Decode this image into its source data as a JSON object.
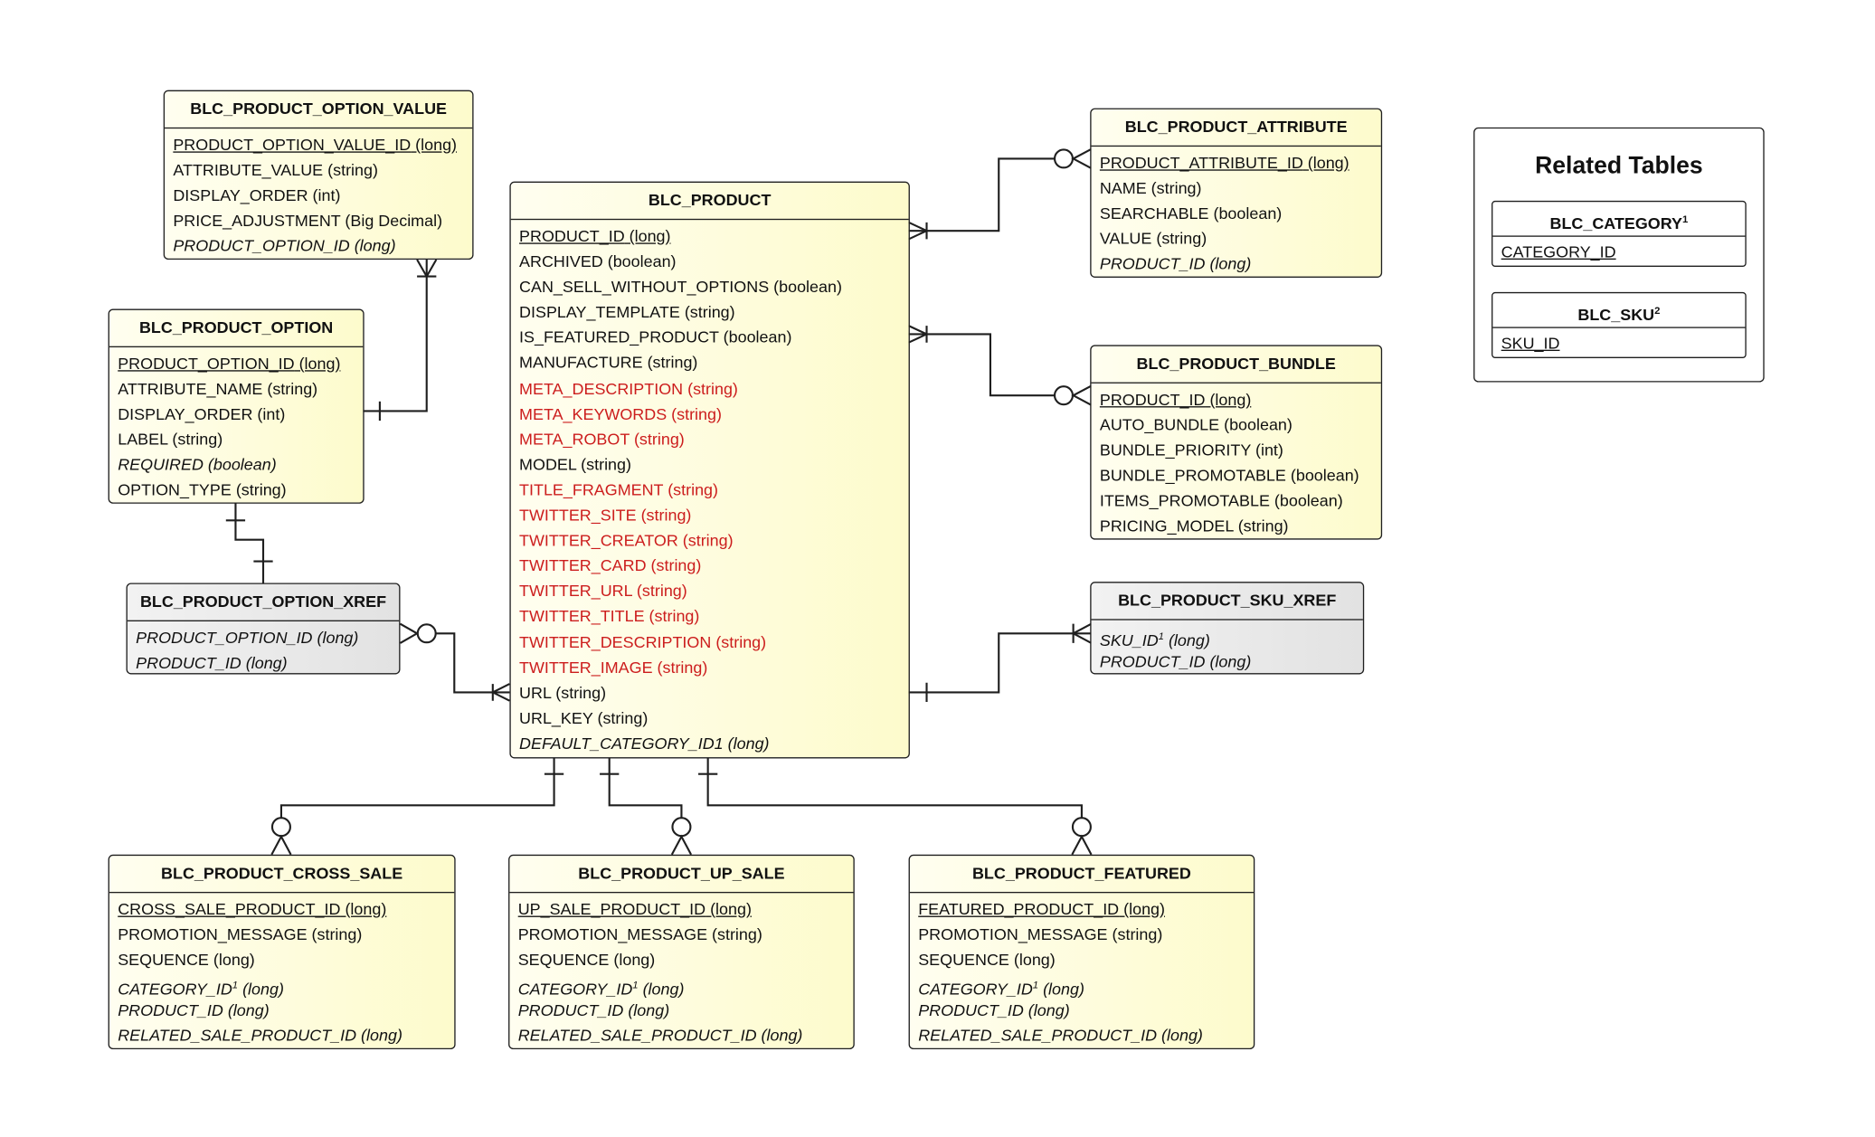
{
  "entities": {
    "option_value": {
      "title": "BLC_PRODUCT_OPTION_VALUE",
      "fields": [
        {
          "name": "PRODUCT_OPTION_VALUE_ID",
          "type": " (long)",
          "style": "pk"
        },
        {
          "name": "ATTRIBUTE_VALUE",
          "type": " (string)",
          "style": "normal"
        },
        {
          "name": "DISPLAY_ORDER",
          "type": " (int)",
          "style": "normal"
        },
        {
          "name": "PRICE_ADJUSTMENT",
          "type": " (Big Decimal)",
          "style": "normal"
        },
        {
          "name": "PRODUCT_OPTION_ID",
          "type": " (long)",
          "style": "fk"
        }
      ]
    },
    "option": {
      "title": "BLC_PRODUCT_OPTION",
      "fields": [
        {
          "name": "PRODUCT_OPTION_ID",
          "type": " (long)",
          "style": "pk"
        },
        {
          "name": "ATTRIBUTE_NAME",
          "type": " (string)",
          "style": "normal"
        },
        {
          "name": "DISPLAY_ORDER",
          "type": " (int)",
          "style": "normal"
        },
        {
          "name": "LABEL",
          "type": " (string)",
          "style": "normal"
        },
        {
          "name": "REQUIRED",
          "type": " (boolean)",
          "style": "fk"
        },
        {
          "name": "OPTION_TYPE",
          "type": " (string)",
          "style": "normal"
        }
      ]
    },
    "option_xref": {
      "title": "BLC_PRODUCT_OPTION_XREF",
      "fields": [
        {
          "name": "PRODUCT_OPTION_ID",
          "type": " (long)",
          "style": "fk"
        },
        {
          "name": "PRODUCT_ID",
          "type": " (long)",
          "style": "fk"
        }
      ]
    },
    "product": {
      "title": "BLC_PRODUCT",
      "fields": [
        {
          "name": "PRODUCT_ID",
          "type": " (long)",
          "style": "pk"
        },
        {
          "name": "ARCHIVED",
          "type": " (boolean)",
          "style": "normal"
        },
        {
          "name": "CAN_SELL_WITHOUT_OPTIONS",
          "type": " (boolean)",
          "style": "normal"
        },
        {
          "name": "DISPLAY_TEMPLATE",
          "type": " (string)",
          "style": "normal"
        },
        {
          "name": "IS_FEATURED_PRODUCT",
          "type": " (boolean)",
          "style": "normal"
        },
        {
          "name": "MANUFACTURE",
          "type": " (string)",
          "style": "normal"
        },
        {
          "name": "META_DESCRIPTION",
          "type": " (string)",
          "style": "red"
        },
        {
          "name": "META_KEYWORDS",
          "type": " (string)",
          "style": "red"
        },
        {
          "name": "META_ROBOT",
          "type": " (string)",
          "style": "red"
        },
        {
          "name": "MODEL",
          "type": " (string)",
          "style": "normal"
        },
        {
          "name": "TITLE_FRAGMENT",
          "type": " (string)",
          "style": "red"
        },
        {
          "name": "TWITTER_SITE",
          "type": " (string)",
          "style": "red"
        },
        {
          "name": "TWITTER_CREATOR",
          "type": " (string)",
          "style": "red"
        },
        {
          "name": "TWITTER_CARD",
          "type": " (string)",
          "style": "red"
        },
        {
          "name": "TWITTER_URL",
          "type": " (string)",
          "style": "red"
        },
        {
          "name": "TWITTER_TITLE",
          "type": " (string)",
          "style": "red"
        },
        {
          "name": "TWITTER_DESCRIPTION",
          "type": " (string)",
          "style": "red"
        },
        {
          "name": "TWITTER_IMAGE",
          "type": " (string)",
          "style": "red"
        },
        {
          "name": "URL",
          "type": " (string)",
          "style": "normal"
        },
        {
          "name": "URL_KEY",
          "type": " (string)",
          "style": "normal"
        },
        {
          "name": "DEFAULT_CATEGORY_ID1",
          "type": " (long)",
          "style": "fk"
        }
      ]
    },
    "attribute": {
      "title": "BLC_PRODUCT_ATTRIBUTE",
      "fields": [
        {
          "name": "PRODUCT_ATTRIBUTE_ID",
          "type": " (long)",
          "style": "pk"
        },
        {
          "name": "NAME",
          "type": " (string)",
          "style": "normal"
        },
        {
          "name": "SEARCHABLE",
          "type": " (boolean)",
          "style": "normal"
        },
        {
          "name": "VALUE",
          "type": " (string)",
          "style": "normal"
        },
        {
          "name": "PRODUCT_ID",
          "type": " (long)",
          "style": "fk"
        }
      ]
    },
    "bundle": {
      "title": "BLC_PRODUCT_BUNDLE",
      "fields": [
        {
          "name": "PRODUCT_ID",
          "type": " (long)",
          "style": "pk"
        },
        {
          "name": "AUTO_BUNDLE",
          "type": " (boolean)",
          "style": "normal"
        },
        {
          "name": "BUNDLE_PRIORITY",
          "type": " (int)",
          "style": "normal"
        },
        {
          "name": "BUNDLE_PROMOTABLE",
          "type": " (boolean)",
          "style": "normal"
        },
        {
          "name": "ITEMS_PROMOTABLE",
          "type": " (boolean)",
          "style": "normal"
        },
        {
          "name": "PRICING_MODEL",
          "type": " (string)",
          "style": "normal"
        }
      ]
    },
    "sku_xref": {
      "title": "BLC_PRODUCT_SKU_XREF",
      "fields": [
        {
          "name": "SKU_ID",
          "sup": "1",
          "type": " (long)",
          "style": "fk"
        },
        {
          "name": "PRODUCT_ID",
          "type": " (long)",
          "style": "fk"
        }
      ]
    },
    "cross_sale": {
      "title": "BLC_PRODUCT_CROSS_SALE",
      "fields": [
        {
          "name": "CROSS_SALE_PRODUCT_ID",
          "type": " (long)",
          "style": "pk"
        },
        {
          "name": "PROMOTION_MESSAGE",
          "type": " (string)",
          "style": "normal"
        },
        {
          "name": "SEQUENCE",
          "type": " (long)",
          "style": "normal"
        },
        {
          "name": "CATEGORY_ID",
          "sup": "1",
          "type": " (long)",
          "style": "fk"
        },
        {
          "name": "PRODUCT_ID",
          "type": " (long)",
          "style": "fk"
        },
        {
          "name": "RELATED_SALE_PRODUCT_ID",
          "type": " (long)",
          "style": "fk"
        }
      ]
    },
    "up_sale": {
      "title": "BLC_PRODUCT_UP_SALE",
      "fields": [
        {
          "name": "UP_SALE_PRODUCT_ID",
          "type": " (long)",
          "style": "pk"
        },
        {
          "name": "PROMOTION_MESSAGE",
          "type": " (string)",
          "style": "normal"
        },
        {
          "name": "SEQUENCE",
          "type": " (long)",
          "style": "normal"
        },
        {
          "name": "CATEGORY_ID",
          "sup": "1",
          "type": " (long)",
          "style": "fk"
        },
        {
          "name": "PRODUCT_ID",
          "type": " (long)",
          "style": "fk"
        },
        {
          "name": "RELATED_SALE_PRODUCT_ID",
          "type": " (long)",
          "style": "fk"
        }
      ]
    },
    "featured": {
      "title": "BLC_PRODUCT_FEATURED",
      "fields": [
        {
          "name": "FEATURED_PRODUCT_ID",
          "type": " (long)",
          "style": "pk"
        },
        {
          "name": "PROMOTION_MESSAGE",
          "type": " (string)",
          "style": "normal"
        },
        {
          "name": "SEQUENCE",
          "type": " (long)",
          "style": "normal"
        },
        {
          "name": "CATEGORY_ID",
          "sup": "1",
          "type": " (long)",
          "style": "fk"
        },
        {
          "name": "PRODUCT_ID",
          "type": " (long)",
          "style": "fk"
        },
        {
          "name": "RELATED_SALE_PRODUCT_ID",
          "type": " (long)",
          "style": "fk"
        }
      ]
    }
  },
  "related": {
    "title": "Related Tables",
    "category": {
      "title": "BLC_CATEGORY",
      "sup": "1",
      "field": "CATEGORY_ID"
    },
    "sku": {
      "title": "BLC_SKU",
      "sup": "2",
      "field": "SKU_ID"
    }
  },
  "colors": {
    "entity_fill": "#fdfbcc",
    "xref_fill": "#e6e6e6",
    "new_field_text": "#cc1d1d",
    "line": "#1f1f1f"
  }
}
